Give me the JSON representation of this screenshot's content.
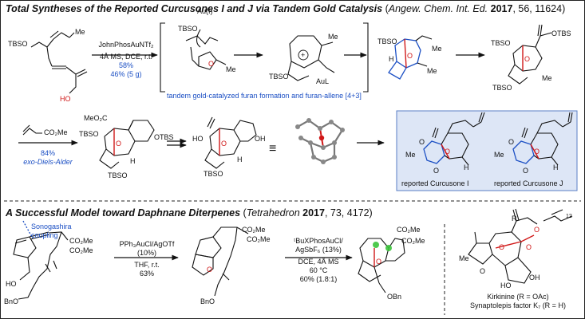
{
  "section1": {
    "title": "Total Syntheses of the Reported Curcusones I and J via Tandem Gold Catalysis",
    "journal": "Angew. Chem. Int. Ed.",
    "year": "2017",
    "citation_rest": ", 56, 11624)"
  },
  "step1": {
    "catalyst": "JohnPhosAuNTf₂",
    "conditions": "4Å MS, DCE, r.t.",
    "yield1": "58%",
    "yield2": "46% (5 g)"
  },
  "tandem_caption": "tandem gold-catalyzed furan formation and furan-allene [4+3]",
  "da_step": {
    "yield": "84%",
    "label": "exo-Diels-Alder"
  },
  "products": {
    "label_i": "reported Curcusone I",
    "label_j": "reported Curcusone J"
  },
  "section2": {
    "title": "A Successful Model toward Daphnane Diterpenes",
    "journal": "Tetrahedron",
    "year": "2017",
    "citation_rest": ", 73, 4172)"
  },
  "sonogashira": {
    "line1": "Sonogashira",
    "line2": "coupling"
  },
  "model_step1": {
    "catalyst": "PPh₃AuCl/AgOTf",
    "loading": "(10%)",
    "conditions": "THF, r.t.",
    "yield": "63%"
  },
  "model_step2": {
    "catalyst": "ᵗBuXPhosAuCl/",
    "cocatalyst": "AgSbF₆ (13%)",
    "solvent": "DCE, 4Å MS",
    "temp": "60 °C",
    "yield": "60% (1.8:1)"
  },
  "natural_products": {
    "line1": "Kirkinine (R = OAc)",
    "line2": "Synaptolepis factor K₇ (R = H)"
  },
  "atoms": {
    "tbs": "TBSO",
    "me": "Me",
    "ho": "HO",
    "h": "H",
    "oh": "OH",
    "o": "O",
    "r": "R",
    "otbs": "OTBS",
    "co2me": "CO₂Me",
    "meo2c": "MeO₂C",
    "bno": "BnO",
    "obn": "OBn",
    "au": "Au(I)",
    "aul": "AuL",
    "plus": "+",
    "sub12": "12",
    "equiv": "≡"
  },
  "colors": {
    "accent_blue": "#1b4fc4",
    "red": "#d01818",
    "green": "#3cc43c",
    "box_fill": "#dde6f6"
  }
}
